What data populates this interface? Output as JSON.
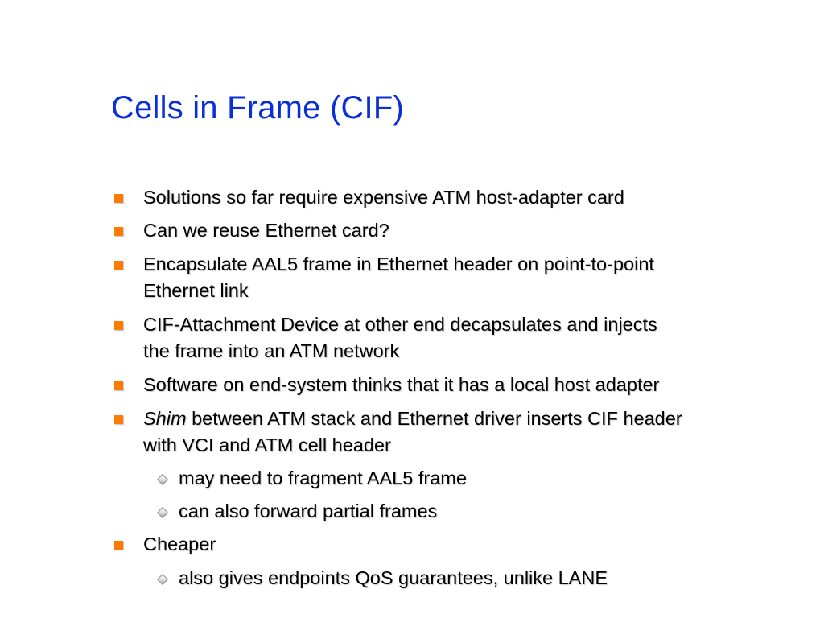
{
  "slide": {
    "title": "Cells in Frame (CIF)",
    "colors": {
      "title": "#0a2fd6",
      "bullet_square": "#ff7a00",
      "bullet_diamond": "#c8c8c8"
    },
    "bullets": [
      {
        "level": 1,
        "lines": [
          "Solutions so far require expensive ATM host-adapter card"
        ]
      },
      {
        "level": 1,
        "lines": [
          "Can we reuse Ethernet card?"
        ]
      },
      {
        "level": 1,
        "lines": [
          "Encapsulate AAL5 frame in Ethernet header on point-to-point",
          "Ethernet link"
        ]
      },
      {
        "level": 1,
        "lines": [
          "CIF-Attachment Device at other end decapsulates and injects",
          "the frame into an ATM network"
        ]
      },
      {
        "level": 1,
        "lines": [
          "Software on end-system thinks that it has a local host adapter"
        ]
      },
      {
        "level": 1,
        "emphasis": "Shim",
        "lines": [
          " between ATM stack and Ethernet driver inserts CIF header",
          "with VCI and ATM cell header"
        ]
      },
      {
        "level": 2,
        "lines": [
          "may need to fragment AAL5 frame"
        ]
      },
      {
        "level": 2,
        "lines": [
          "can also forward partial frames"
        ]
      },
      {
        "level": 1,
        "lines": [
          "Cheaper"
        ]
      },
      {
        "level": 2,
        "lines": [
          "also gives endpoints QoS guarantees, unlike LANE"
        ]
      }
    ]
  }
}
